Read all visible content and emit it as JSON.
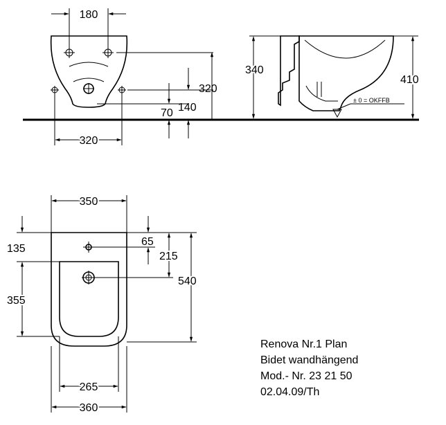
{
  "front_view": {
    "width_top": "180",
    "height_fixing": "320",
    "height_140": "140",
    "height_70": "70",
    "width_bottom": "320"
  },
  "side_view": {
    "height_340": "340",
    "height_410": "410",
    "floor_label": "± 0 = OKFFB"
  },
  "top_view": {
    "width_350": "350",
    "dim_65": "65",
    "dim_135": "135",
    "dim_215": "215",
    "dim_355": "355",
    "dim_540": "540",
    "width_265": "265",
    "width_360": "360"
  },
  "info": {
    "line1": "Renova Nr.1 Plan",
    "line2": "Bidet wandhängend",
    "line3": "Mod.- Nr. 23 21 50",
    "line4": "02.04.09/Th"
  }
}
